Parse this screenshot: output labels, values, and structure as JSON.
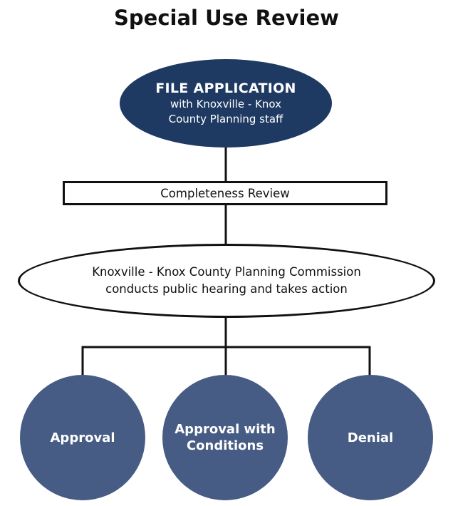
{
  "title": "Special Use Review",
  "nodes": {
    "file_application": {
      "heading": "FILE APPLICATION",
      "line2": "with Knoxville - Knox",
      "line3": "County Planning staff"
    },
    "completeness_review": {
      "label": "Completeness Review"
    },
    "commission": {
      "line1": "Knoxville - Knox County Planning Commission",
      "line2": "conducts public hearing and takes action"
    },
    "outcomes": [
      {
        "line1": "Approval",
        "line2": ""
      },
      {
        "line1": "Approval with",
        "line2": "Conditions"
      },
      {
        "line1": "Denial",
        "line2": ""
      }
    ]
  },
  "colors": {
    "dark_navy": "#1f3a62",
    "slate_blue": "#465c84",
    "line": "#111111"
  }
}
